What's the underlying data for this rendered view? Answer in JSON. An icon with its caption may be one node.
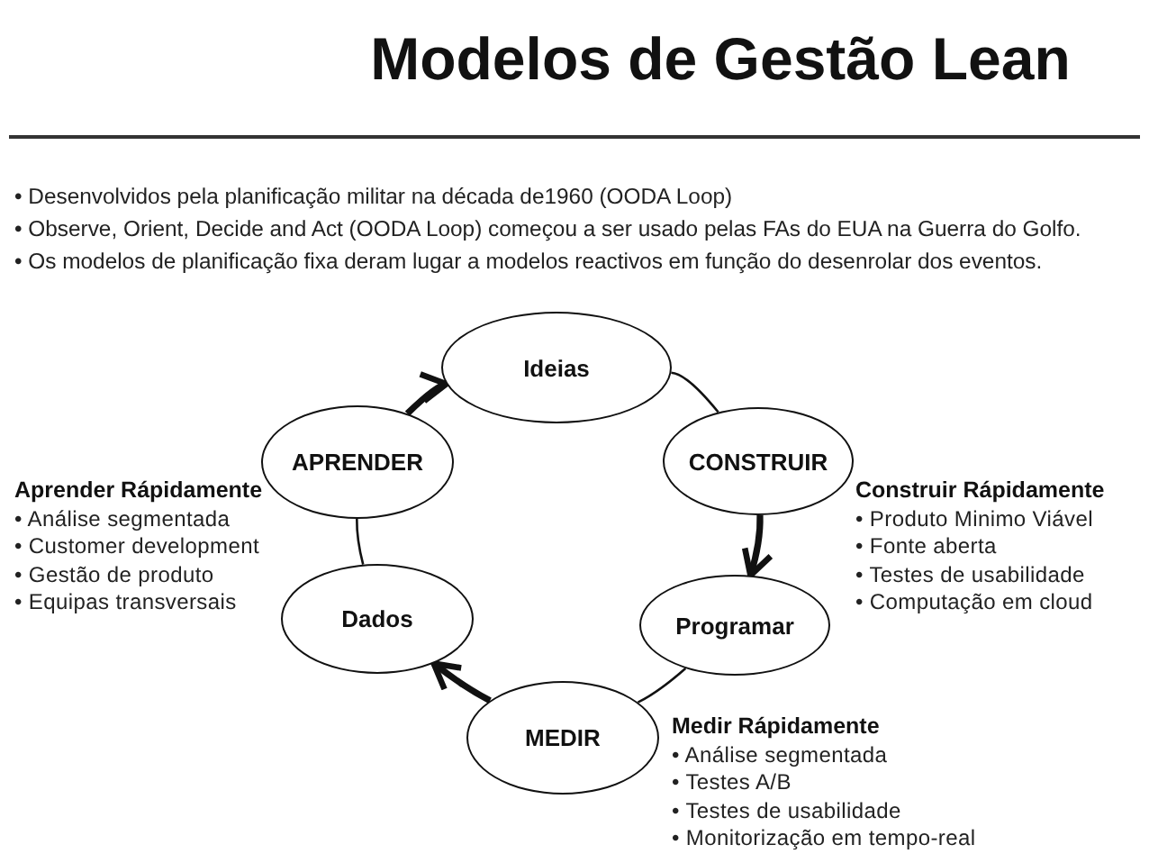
{
  "diagram": {
    "title": "Modelos de Gestão Lean",
    "nodes": [
      {
        "text": [
          "Ideias"
        ]
      },
      {
        "text": [
          "CONSTRUIR"
        ],
        "beside": [
          "Construir Rápidamente",
          "• Produto Minimo Viável",
          "• Fonte aberta",
          "• Testes de usabilidade",
          "• Computação em cloud"
        ]
      },
      {
        "text": [
          "Programar"
        ]
      },
      {
        "text": [
          "MEDIR"
        ],
        "beside": [
          "Medir Rápidamente",
          "• Análise segmentada",
          "• Testes A/B",
          "• Testes de usabilidade",
          "• Monitorização em tempo-real"
        ]
      },
      {
        "text": [
          "Dados"
        ]
      },
      {
        "text": [
          "APRENDER"
        ],
        "beside": [
          "Aprender Rápidamente",
          "• Análise segmentada",
          "• Customer development",
          "• Gestão de produto",
          "• Equipas transversais"
        ]
      }
    ],
    "edges": [
      {
        "from": 0,
        "to": 1,
        "arrow": "none"
      },
      {
        "from": 1,
        "to": 2,
        "arrow": "to",
        "style": "thick"
      },
      {
        "from": 2,
        "to": 3,
        "arrow": "none"
      },
      {
        "from": 3,
        "to": 4,
        "arrow": "to",
        "style": "thick"
      },
      {
        "from": 4,
        "to": 5,
        "arrow": "none"
      },
      {
        "from": 5,
        "to": 0,
        "arrow": "to",
        "style": "thick"
      }
    ],
    "labels": [
      "• Desenvolvidos pela planificação militar na década de1960 (OODA Loop)",
      "• Observe, Orient, Decide and Act (OODA Loop) começou a ser usado pelas FAs do EUA na Guerra do Golfo.",
      "• Os modelos de planificação fixa deram lugar a modelos reactivos em função do desenrolar dos eventos."
    ]
  }
}
